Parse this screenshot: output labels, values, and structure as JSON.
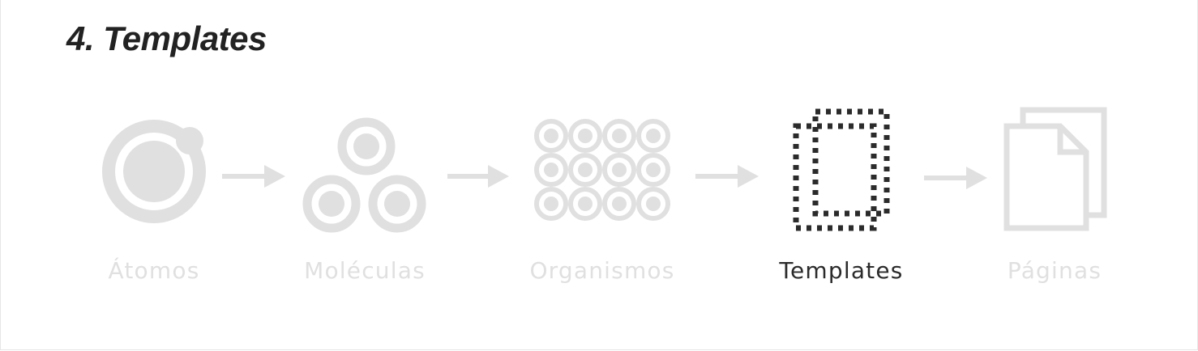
{
  "heading": {
    "title": "4. Templates"
  },
  "steps": [
    {
      "label": "Átomos",
      "icon": "atom-icon",
      "active": false
    },
    {
      "label": "Moléculas",
      "icon": "molecule-icon",
      "active": false
    },
    {
      "label": "Organismos",
      "icon": "organism-grid-icon",
      "active": false
    },
    {
      "label": "Templates",
      "icon": "dotted-template-icon",
      "active": true
    },
    {
      "label": "Páginas",
      "icon": "pages-stack-icon",
      "active": false
    }
  ],
  "colors": {
    "inactive": "#e0e0e0",
    "active": "#2b2b2b",
    "title": "#222222"
  }
}
